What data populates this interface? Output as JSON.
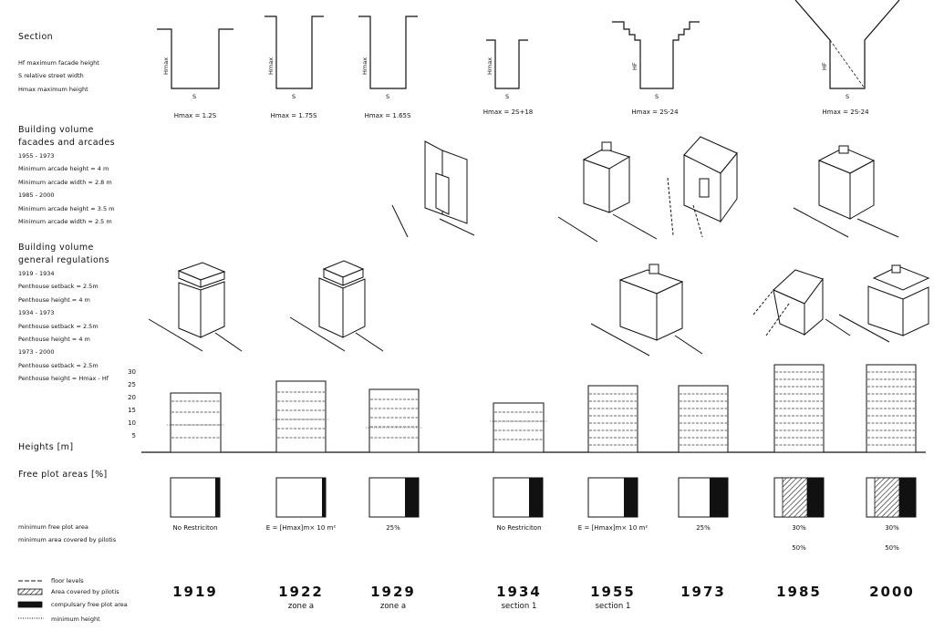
{
  "left_labels": {
    "section": {
      "title": "Section",
      "lines": [
        "Hf maximum facade height",
        "S relative street width",
        "Hmax maximum height"
      ]
    },
    "volume_arcades": {
      "title_lines": [
        "Building volume",
        "facades and arcades"
      ],
      "lines": [
        "1955 - 1973",
        "Minimum arcade height = 4 m",
        "Minimum arcade width = 2.8 m",
        "1985 - 2000",
        "Minimum arcade height = 3.5 m",
        "Minimum arcade width = 2.5 m"
      ]
    },
    "volume_general": {
      "title_lines": [
        "Building volume",
        "general regulations"
      ],
      "lines": [
        "1919 - 1934",
        "Penthouse setback = 2.5m",
        "Penthouse height = 4 m",
        "1934 - 1973",
        "Penthouse setback = 2.5m",
        "Penthouse height = 4 m",
        "1973 - 2000",
        "Penthouse setback = 2.5m",
        "Penthouse height = Hmax - Hf"
      ]
    },
    "heights": "Heights [m]",
    "free_plot": "Free plot areas [%]",
    "plot_notes": [
      "minimum free plot area",
      "minimum area covered by pilotis"
    ]
  },
  "section_labels": {
    "hmax": "Hmax",
    "hf": "HF",
    "s": "S"
  },
  "section_formulas": [
    "Hmax = 1.2S",
    "Hmax = 1.75S",
    "Hmax = 1.65S",
    "Hmax = 2S+18",
    "Hmax = 2S-24",
    "Hmax = 2S-24"
  ],
  "height_axis_ticks": [
    "30",
    "25",
    "20",
    "15",
    "10",
    "5"
  ],
  "plot_captions": [
    "No Restriciton",
    "E = [Hmax]m× 10 m²",
    "25%",
    "No Restriciton",
    "E = [Hmax]m× 10 m²",
    "25%",
    "30%",
    "30%"
  ],
  "pilotis_percent": [
    "50%",
    "50%"
  ],
  "years": [
    {
      "year": "1919",
      "zone": ""
    },
    {
      "year": "1922",
      "zone": "zone a"
    },
    {
      "year": "1929",
      "zone": "zone a"
    },
    {
      "year": "1934",
      "zone": "section 1"
    },
    {
      "year": "1955",
      "zone": "section 1"
    },
    {
      "year": "1973",
      "zone": ""
    },
    {
      "year": "1985",
      "zone": ""
    },
    {
      "year": "2000",
      "zone": ""
    }
  ],
  "legend": [
    "floor levels",
    "Area covered by pilotis",
    "compulsary free plot area",
    "minimum height"
  ]
}
